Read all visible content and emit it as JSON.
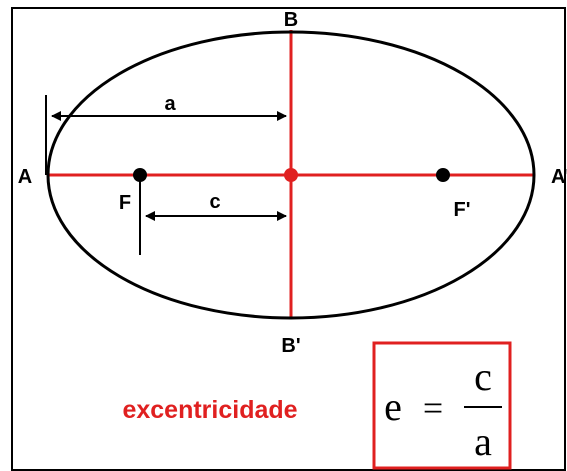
{
  "labels": {
    "vertex_left": "A",
    "vertex_right": "A'",
    "co_vertex_top": "B",
    "co_vertex_bottom": "B'",
    "focus_left": "F",
    "focus_right": "F'",
    "semi_major": "a",
    "focal_distance": "c"
  },
  "caption": "excentricidade",
  "formula": {
    "lhs": "e",
    "equals": "=",
    "numerator": "c",
    "denominator": "a"
  },
  "colors": {
    "outline": "#000000",
    "axes": "#e02020",
    "center_point": "#e02020",
    "foci": "#000000",
    "dimension_lines": "#000000",
    "caption": "#e02020",
    "formula_box": "#e02020"
  }
}
